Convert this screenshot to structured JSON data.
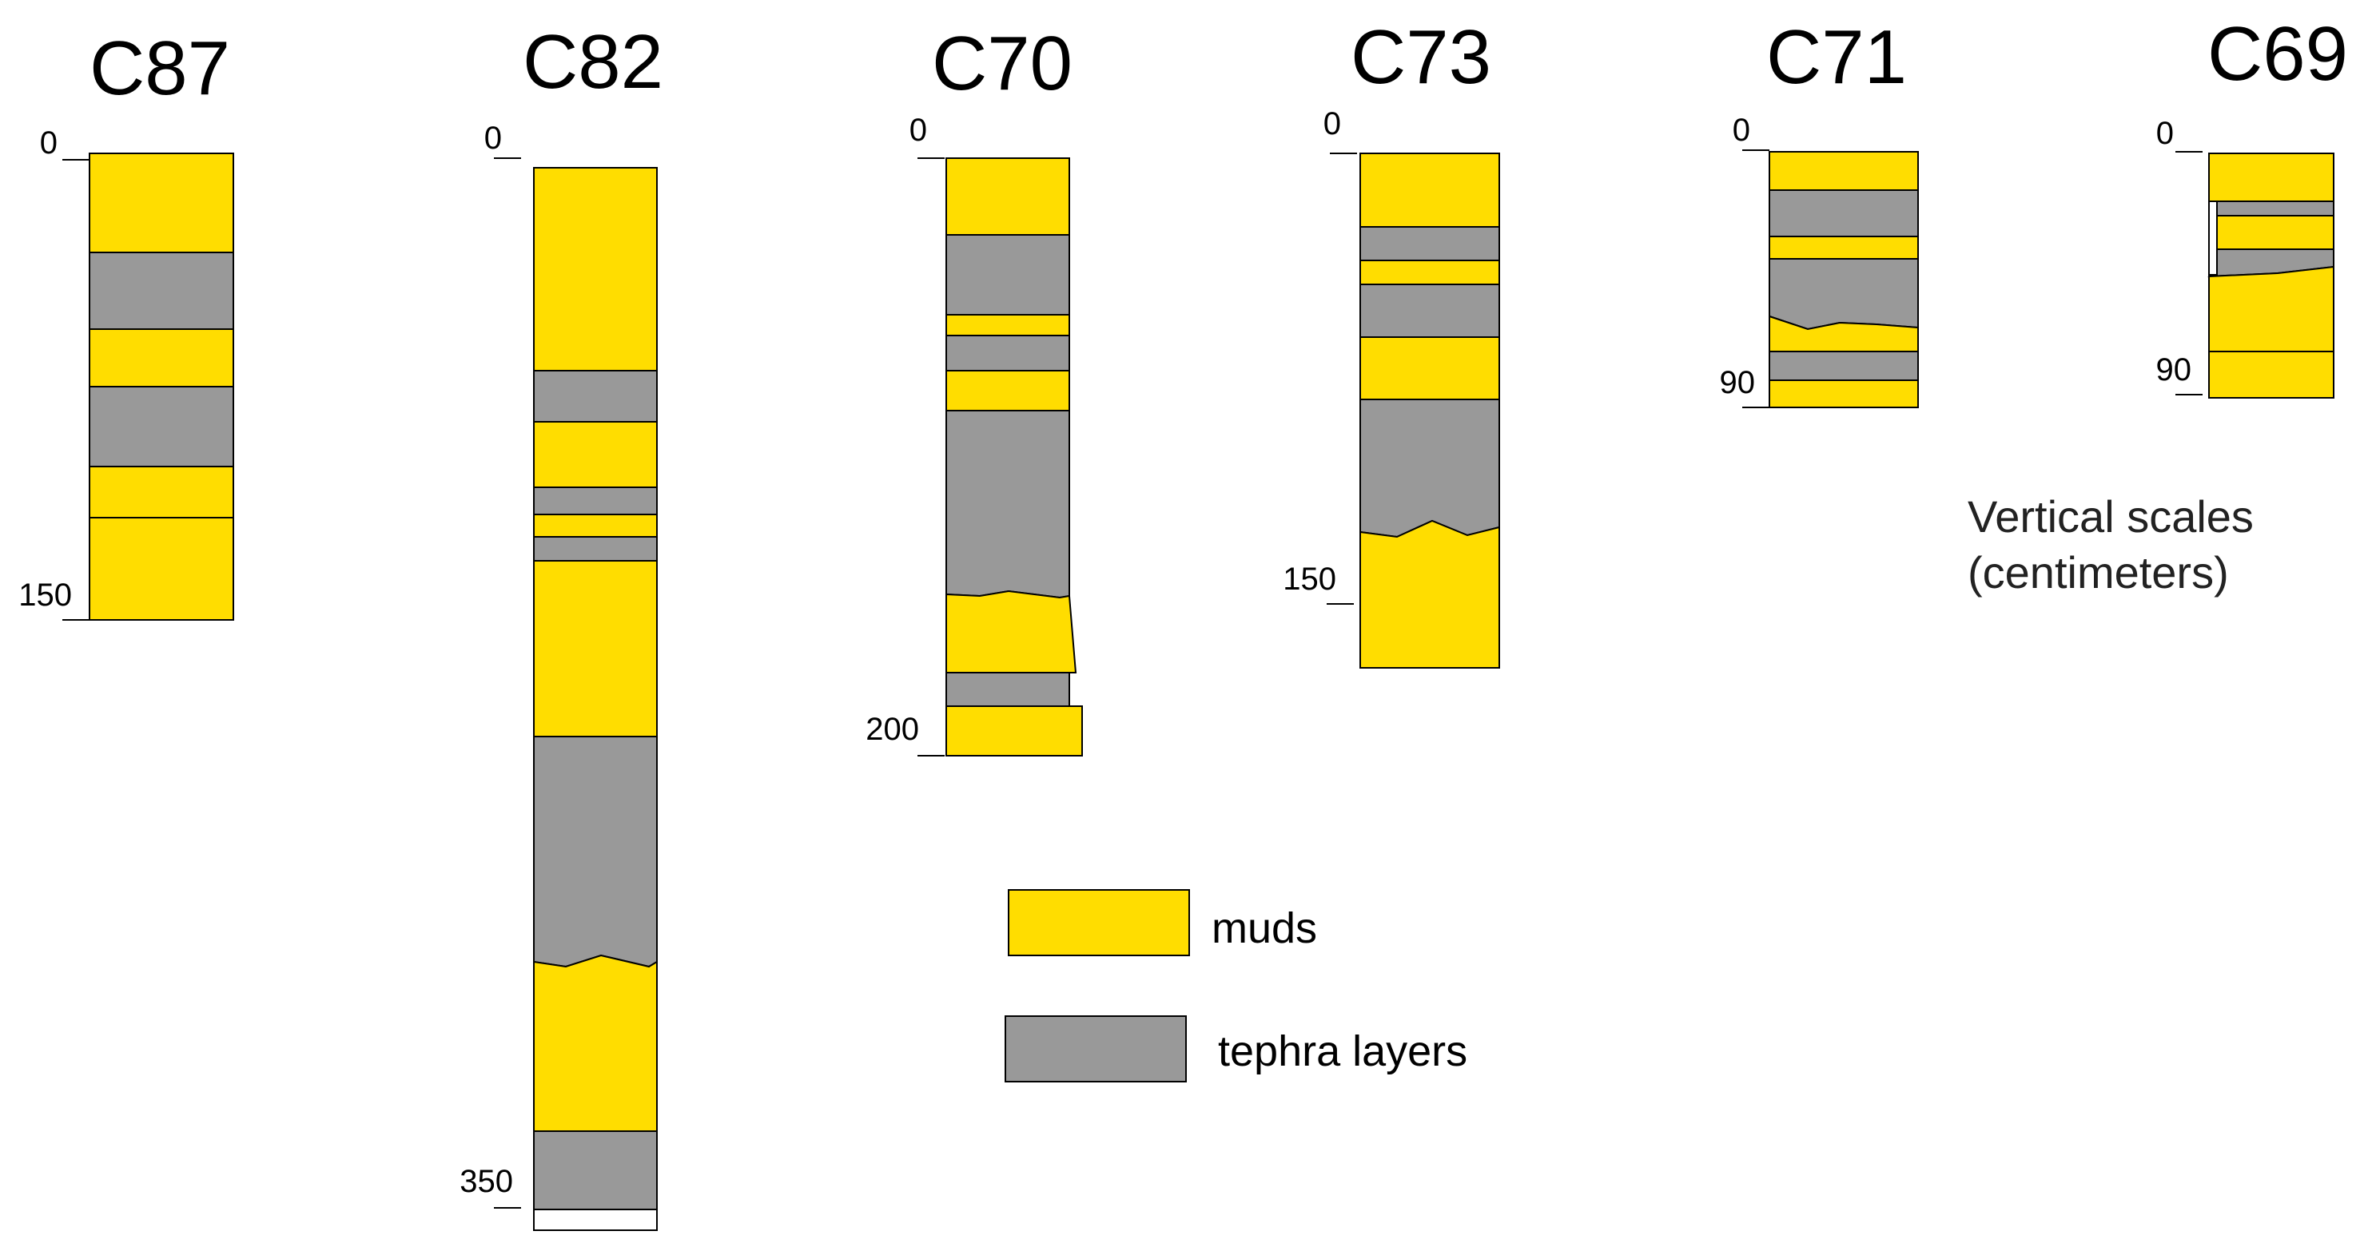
{
  "colors": {
    "muds": "#FFDD00",
    "tephra": "#999999",
    "outline": "#000000",
    "background": "#ffffff"
  },
  "legend": {
    "muds_label": "muds",
    "tephra_label": "tephra layers"
  },
  "scale_note": {
    "line1": "Vertical scales",
    "line2": "(centimeters)"
  },
  "cores": [
    {
      "id": "C87",
      "depth_labels": [
        "0",
        "150"
      ]
    },
    {
      "id": "C82",
      "depth_labels": [
        "0",
        "350"
      ]
    },
    {
      "id": "C70",
      "depth_labels": [
        "0",
        "200"
      ]
    },
    {
      "id": "C73",
      "depth_labels": [
        "0",
        "150"
      ]
    },
    {
      "id": "C71",
      "depth_labels": [
        "0",
        "90"
      ]
    },
    {
      "id": "C69",
      "depth_labels": [
        "0",
        "90"
      ]
    }
  ]
}
